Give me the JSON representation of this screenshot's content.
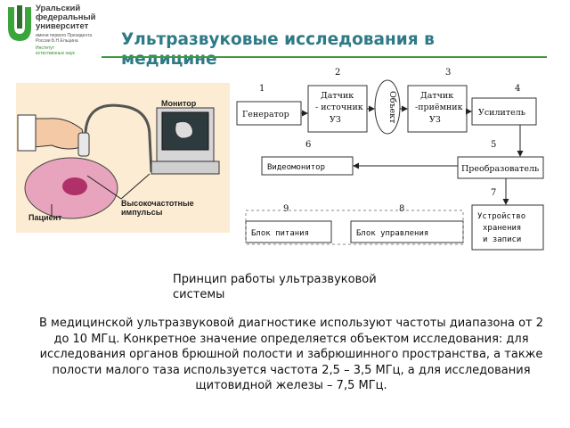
{
  "logo": {
    "line1": "Уральский",
    "line2": "федеральный",
    "line3": "университет",
    "sub1": "имени первого Президента",
    "sub2": "России Б.Н.Ельцина",
    "inst1": "Институт",
    "inst2": "естественных наук"
  },
  "slide_title": "Ультразвуковые исследования в медицине",
  "illustration": {
    "monitor": "Монитор",
    "patient": "Пациент",
    "pulses_line1": "Высокочастотные",
    "pulses_line2": "импульсы"
  },
  "diagram": {
    "blocks": {
      "generator": "Генератор",
      "sensor_source_l1": "Датчик",
      "sensor_source_l2": "- источник",
      "sensor_source_l3": "УЗ",
      "object": "Объект",
      "sensor_receiver_l1": "Датчик",
      "sensor_receiver_l2": "-приёмник",
      "sensor_receiver_l3": "УЗ",
      "amplifier": "Усилитель",
      "videomonitor": "Видеомонитор",
      "converter": "Преобразователь",
      "storage_l1": "Устройство",
      "storage_l2": "хранения",
      "storage_l3": "и записи",
      "power": "Блок питания",
      "control": "Блок управления"
    },
    "numbers": [
      "1",
      "2",
      "3",
      "4",
      "5",
      "6",
      "7",
      "8",
      "9"
    ]
  },
  "caption": "Принцип работы ультразвуковой системы",
  "body": "В медицинской ультразвуковой диагностике используют частоты диапазона от 2 до 10 МГц. Конкретное значение определяется объектом исследования: для исследования органов брюшной полости и забрюшинного пространства, а также полости малого таза используется частота 2,5 – 3,5 МГц, а для исследования щитовидной железы – 7,5 МГц."
}
